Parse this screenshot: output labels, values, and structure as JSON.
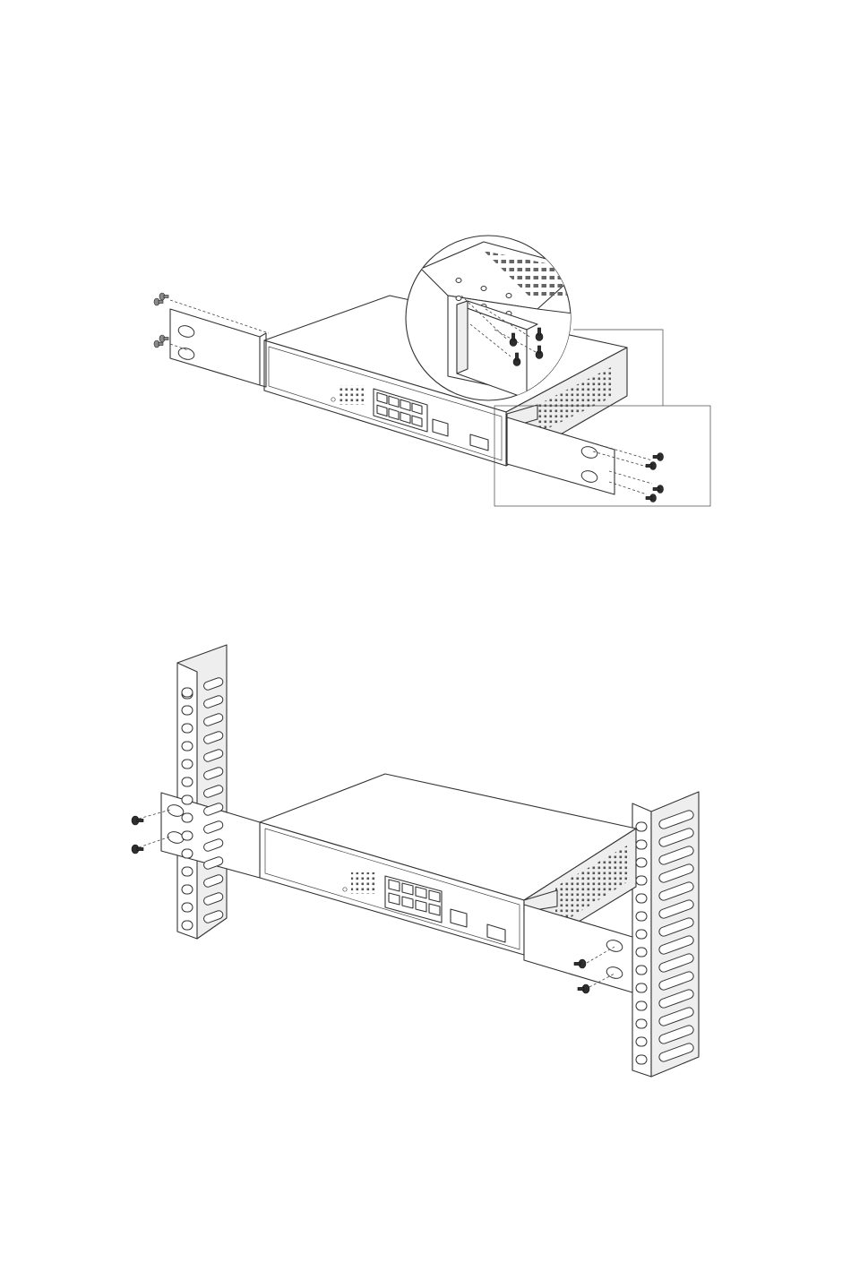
{
  "figures": [
    {
      "id": "attach-brackets",
      "components": [
        "network-switch",
        "rack-ear-left",
        "rack-ear-right",
        "mounting-screws",
        "detail-callout"
      ],
      "rj45_ports": 8,
      "uplink_ports": 1,
      "sfp_slots": 1,
      "screws_per_side": 4
    },
    {
      "id": "mount-in-rack",
      "components": [
        "network-switch",
        "rack-ear-left",
        "rack-ear-right",
        "rack-rail-left",
        "rack-rail-right",
        "mounting-screws"
      ],
      "screws_per_side": 2
    }
  ],
  "colors": {
    "line": "#333333",
    "shade": "#eeeeee",
    "screw": "#2e2e2e",
    "background": "#ffffff"
  }
}
